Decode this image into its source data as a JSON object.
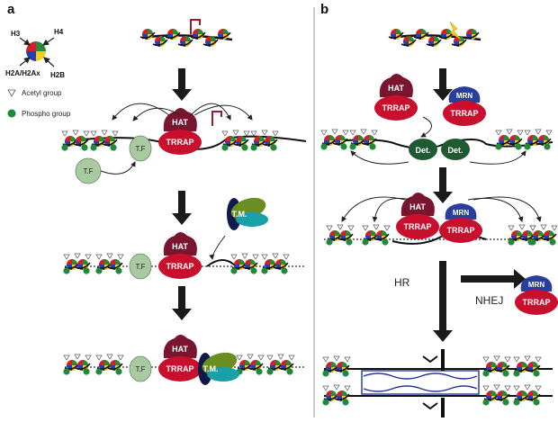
{
  "panels": {
    "a": "a",
    "b": "b"
  },
  "histone_key": {
    "h3": "H3",
    "h4": "H4",
    "h2a": "H2A/H2Ax",
    "h2b": "H2B"
  },
  "legend": {
    "acetyl": "Acetyl group",
    "phospho": "Phospho group"
  },
  "labels": {
    "hat": "HAT",
    "trrap": "TRRAP",
    "tf": "T.F",
    "tm": "T.M.",
    "mrn": "MRN",
    "det": "Det.",
    "hr": "HR",
    "nhej": "NHEJ"
  },
  "colors": {
    "trrap_red": "#c8102e",
    "hat_dark": "#7a1530",
    "mrn_blue": "#2a3f9a",
    "det_green": "#1f5a32",
    "tf_green": "#a9c9a0",
    "tm_olive": "#6b8e23",
    "tm_teal": "#1aa0a8",
    "tm_navy": "#101a4a",
    "histone_red": "#d0202a",
    "histone_blue": "#2a3fa8",
    "histone_green": "#2a8a3a",
    "histone_yellow": "#f0d020",
    "phospho_green": "#1e8a3a",
    "lightning": "#f5d020",
    "dna_repair_blue": "#23339a"
  },
  "icons": [
    "lightning-bolt-icon",
    "arrow-down-icon",
    "arrow-right-icon",
    "acetyl-triangle-icon",
    "phospho-dot-icon",
    "histone-octamer-icon"
  ]
}
